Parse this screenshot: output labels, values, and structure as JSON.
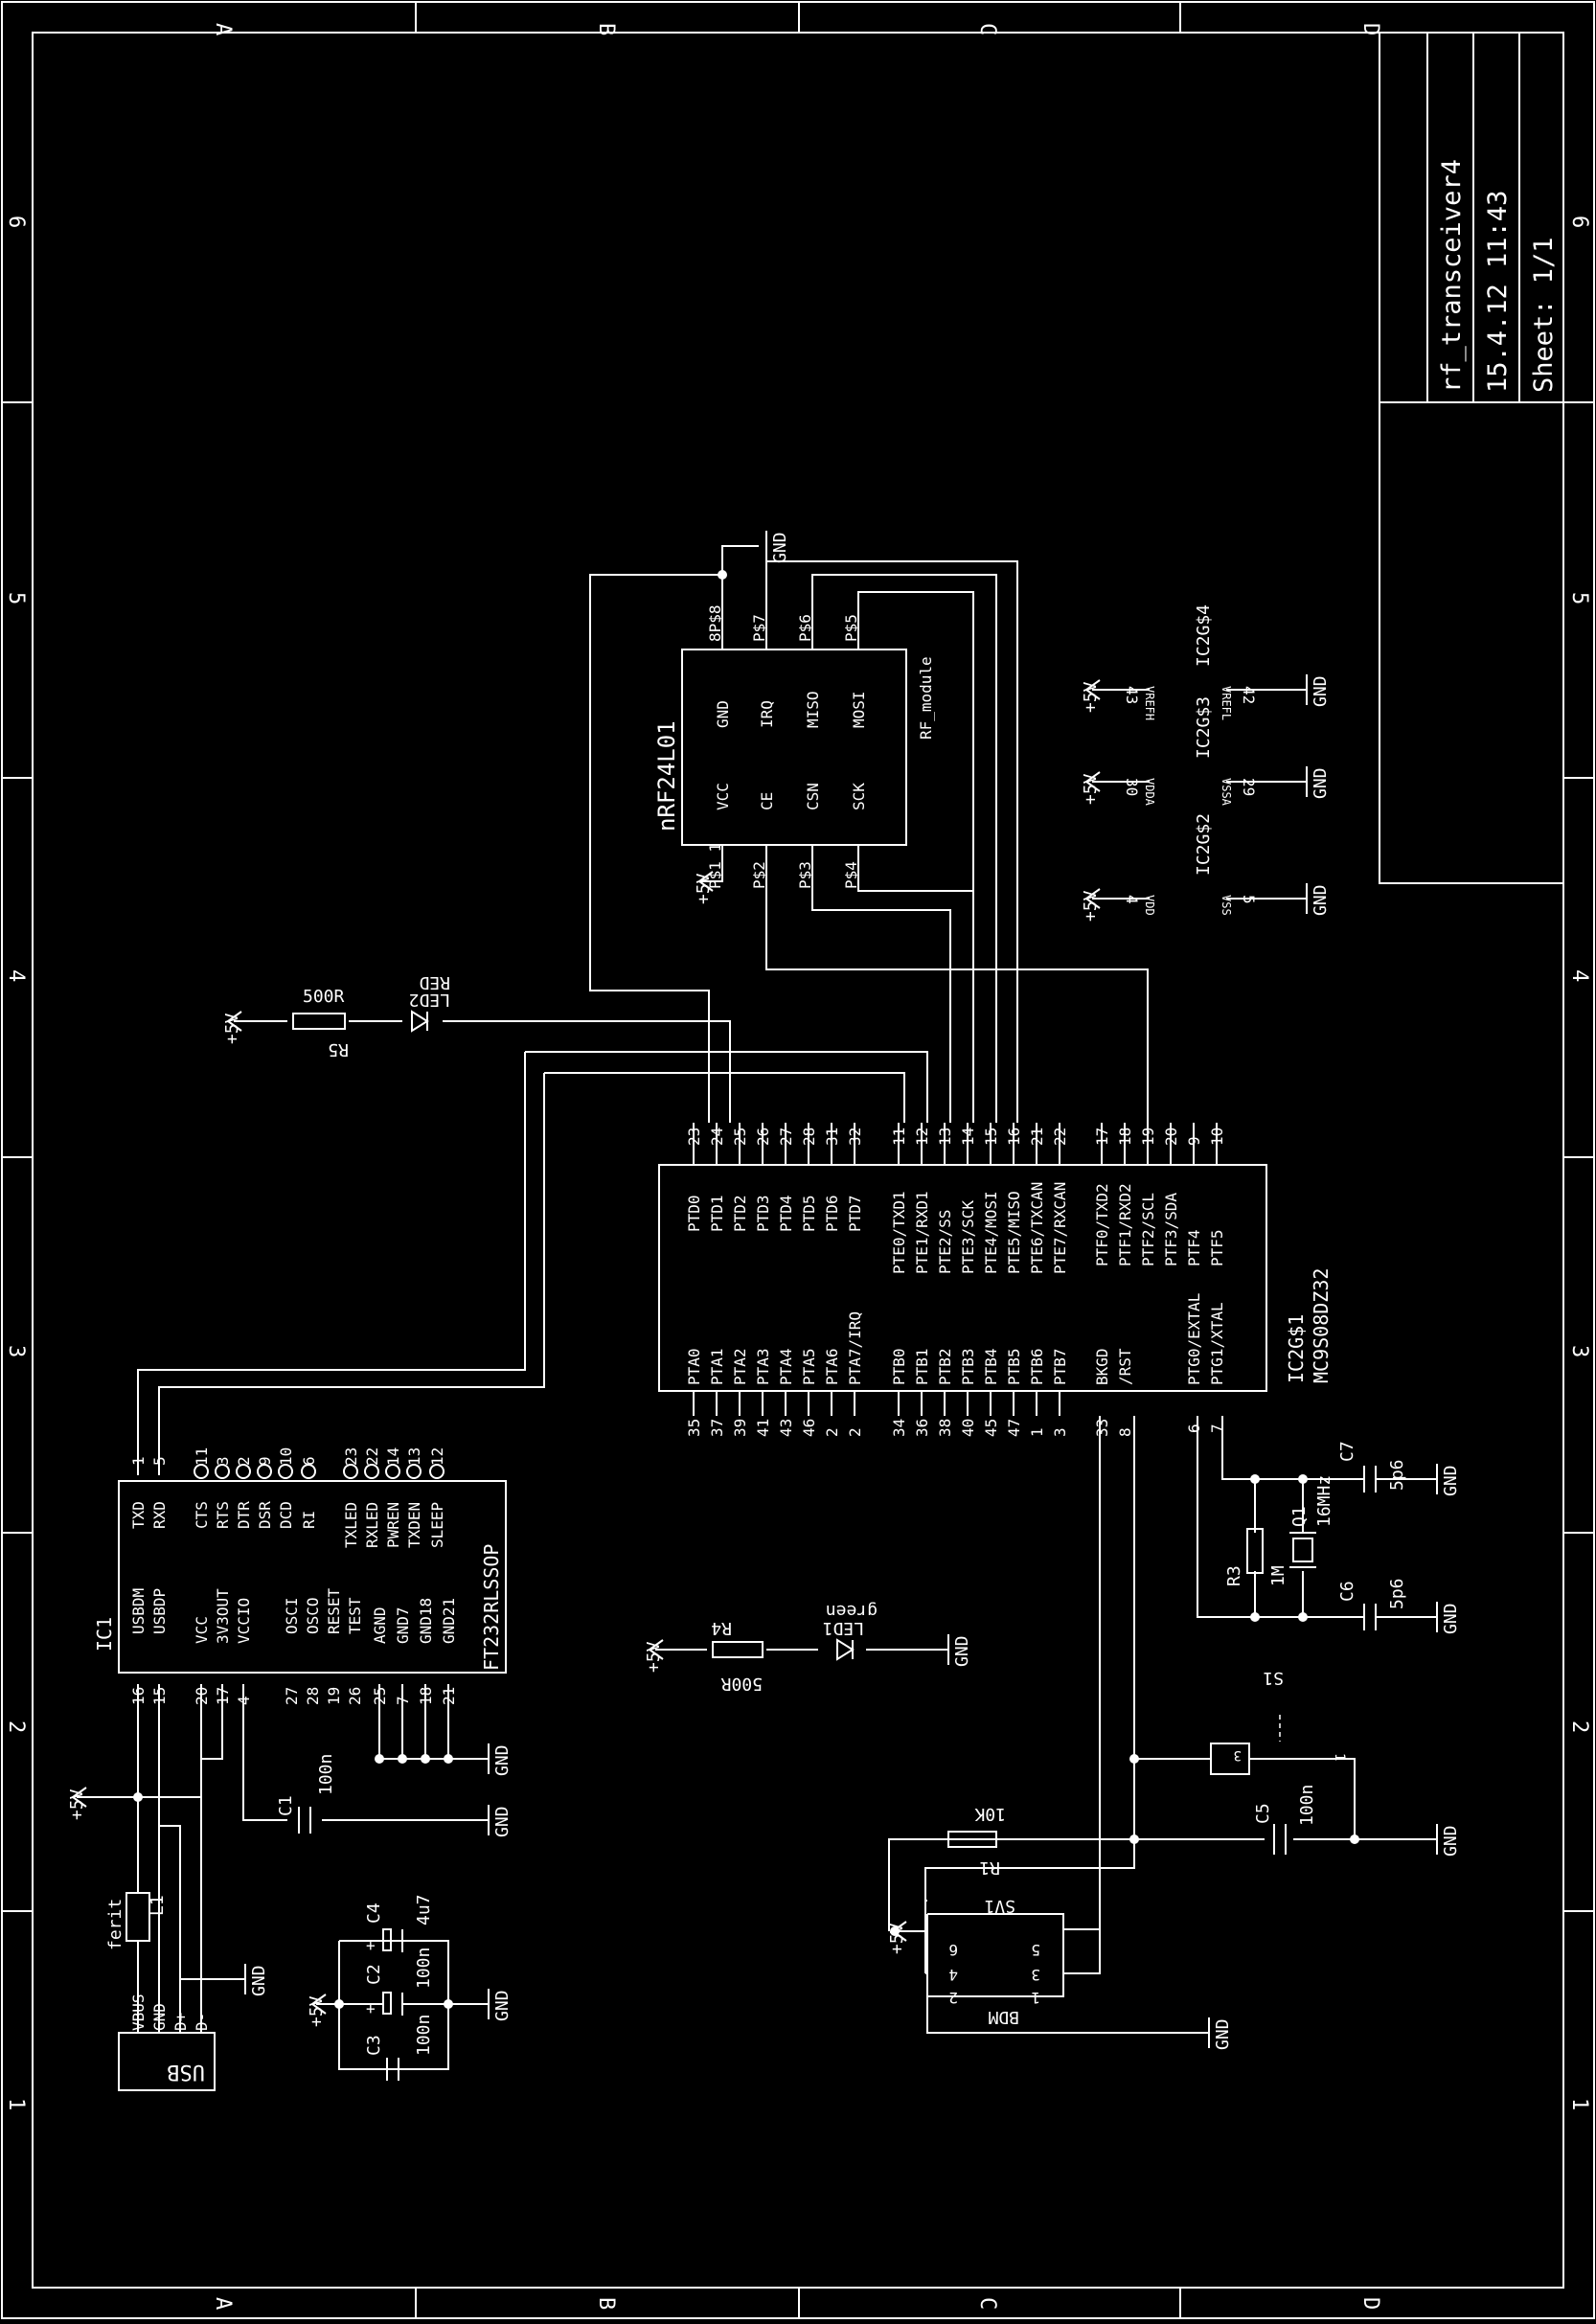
{
  "title_block": {
    "name": "rf_transceiver4",
    "date": "15.4.12 11:43",
    "sheet": "Sheet: 1/1"
  },
  "border": {
    "columns": [
      "A",
      "B",
      "C",
      "D"
    ],
    "rows": [
      "1",
      "2",
      "3",
      "4",
      "5",
      "6"
    ]
  },
  "nets": {
    "gnd": "GND",
    "vcc": "+5V"
  },
  "rf_module": {
    "ref": "nRF24L01",
    "type": "RF_module",
    "pins_top": [
      "GND",
      "IRQ",
      "MISO",
      "MOSI"
    ],
    "pads_top": [
      "8P$8",
      "P$7",
      "P$6",
      "P$5"
    ],
    "pins_bottom": [
      "VCC",
      "CE",
      "CSN",
      "SCK"
    ],
    "pads_bottom": [
      "P$1 1",
      "P$2",
      "P$3",
      "P$4"
    ]
  },
  "mcu": {
    "ref": "IC2G$1",
    "part": "MC9S08DZ32",
    "porta_pins": [
      "PTA0",
      "PTA1",
      "PTA2",
      "PTA3",
      "PTA4",
      "PTA5",
      "PTA6",
      "PTA7/IRQ"
    ],
    "porta_nums_bottom": [
      "35",
      "37",
      "39",
      "41",
      "43",
      "46",
      "2",
      "2"
    ],
    "portd_pins": [
      "PTD0",
      "PTD1",
      "PTD2",
      "PTD3",
      "PTD4",
      "PTD5",
      "PTD6",
      "PTD7"
    ],
    "portd_nums": [
      "23",
      "24",
      "25",
      "26",
      "27",
      "28",
      "31",
      "32"
    ],
    "portb_pins": [
      "PTB0",
      "PTB1",
      "PTB2",
      "PTB3",
      "PTB4",
      "PTB5",
      "PTB6",
      "PTB7"
    ],
    "portb_nums": [
      "34",
      "36",
      "38",
      "40",
      "45",
      "47",
      "1",
      "3"
    ],
    "porte_pins": [
      "PTE0/TXD1",
      "PTE1/RXD1",
      "PTE2/SS",
      "PTE3/SCK",
      "PTE4/MOSI",
      "PTE5/MISO",
      "PTE6/TXCAN",
      "PTE7/RXCAN"
    ],
    "porte_nums": [
      "11",
      "12",
      "13",
      "14",
      "15",
      "16",
      "21",
      "22"
    ],
    "ptf_pins": [
      "PTF0/TXD2",
      "PTF1/RXD2",
      "PTF2/SCL",
      "PTF3/SDA",
      "PTF4",
      "PTF5"
    ],
    "ptf_nums": [
      "17",
      "18",
      "19",
      "20",
      "9",
      "10"
    ],
    "bkgd_pins": [
      "BKGD",
      "/RST"
    ],
    "bkgd_nums": [
      "33",
      "8"
    ],
    "ptg_pins": [
      "PTG0/EXTAL",
      "PTG1/XTAL"
    ],
    "ptg_nums": [
      "6",
      "7"
    ]
  },
  "power_units": [
    {
      "ref": "IC2G$4",
      "left_pin": "VREFH",
      "left_num": "43",
      "right_pin": "VREFL",
      "right_num": "42"
    },
    {
      "ref": "IC2G$3",
      "left_pin": "VDDA",
      "left_num": "30",
      "right_pin": "VSSA",
      "right_num": "29"
    },
    {
      "ref": "IC2G$2",
      "left_pin": "VDD",
      "left_num": "4",
      "right_pin": "VSS",
      "right_num": "5"
    }
  ],
  "ftdi": {
    "ref": "IC1",
    "part": "FT232RLSSOP",
    "top_left_pins": [
      "TXD",
      "RXD"
    ],
    "top_left_nums": [
      "1",
      "5"
    ],
    "top_mid_pins": [
      "CTS",
      "RTS",
      "DTR",
      "DSR",
      "DCD",
      "RI"
    ],
    "top_mid_nums": [
      "11",
      "3",
      "2",
      "9",
      "10",
      "6"
    ],
    "top_right_pins": [
      "TXLED",
      "RXLED",
      "PWREN",
      "TXDEN",
      "SLEEP"
    ],
    "top_right_nums": [
      "23",
      "22",
      "14",
      "13",
      "12"
    ],
    "bot_left_pins": [
      "USBDM",
      "USBDP"
    ],
    "bot_left_nums": [
      "16",
      "15"
    ],
    "bot_mid_pins": [
      "VCC",
      "3V3OUT",
      "VCCIO"
    ],
    "bot_mid_nums": [
      "20",
      "17",
      "4"
    ],
    "bot_osc_pins": [
      "OSCI",
      "OSCO",
      "RESET",
      "TEST"
    ],
    "bot_osc_nums": [
      "27",
      "28",
      "19",
      "26"
    ],
    "bot_gnd_pins": [
      "AGND",
      "GND7",
      "GND18",
      "GND21"
    ],
    "bot_gnd_nums": [
      "25",
      "7",
      "18",
      "21"
    ]
  },
  "parts": {
    "r5": {
      "ref": "R5",
      "value": "500R"
    },
    "led2": {
      "ref": "LED2",
      "value": "RED"
    },
    "r4": {
      "ref": "R4",
      "value": "500R"
    },
    "led1": {
      "ref": "LED1",
      "value": "green"
    },
    "r3": {
      "ref": "R3",
      "value": "1M"
    },
    "q1": {
      "ref": "Q1",
      "value": "16MHz"
    },
    "c7": {
      "ref": "C7",
      "value": "5p6"
    },
    "c6": {
      "ref": "C6",
      "value": "5p6"
    },
    "s1": {
      "ref": "S1",
      "pin_a": "3",
      "pin_b": "1"
    },
    "c5": {
      "ref": "C5",
      "value": "100n"
    },
    "r1": {
      "ref": "R1",
      "value": "10K"
    },
    "sv1": {
      "ref": "SV1",
      "label": "BDM",
      "pins": [
        "6",
        "4",
        "2",
        "5",
        "3",
        "1"
      ]
    },
    "c1": {
      "ref": "C1",
      "value": "100n"
    },
    "c4": {
      "ref": "C4",
      "value": "4u7",
      "plus": "+"
    },
    "c2": {
      "ref": "C2",
      "value": "100n",
      "plus": "+"
    },
    "c3": {
      "ref": "C3",
      "value": "100n"
    },
    "l1": {
      "ref": "L1",
      "value": "ferit"
    },
    "usb": {
      "ref": "USB",
      "pins": [
        "VBUS",
        "GND",
        "D+",
        "D-"
      ]
    }
  }
}
